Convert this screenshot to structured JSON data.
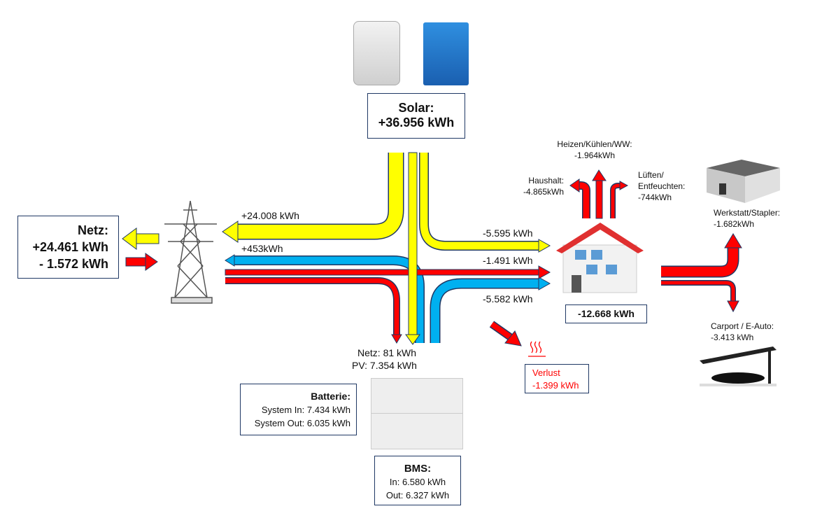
{
  "solar": {
    "title": "Solar:",
    "value": "+36.956 kWh"
  },
  "netz": {
    "title": "Netz:",
    "in": "+24.461 kWh",
    "out": "- 1.572 kWh"
  },
  "flows": {
    "solar_to_grid": "+24.008 kWh",
    "battery_to_grid": "+453kWh",
    "solar_to_house": "-5.595 kWh",
    "grid_to_house": "-1.491 kWh",
    "battery_to_house": "-5.582 kWh"
  },
  "battery_charge": {
    "netz": "Netz: 81 kWh",
    "pv": "PV: 7.354 kWh"
  },
  "batterie": {
    "title": "Batterie:",
    "system_in": "System In: 7.434 kWh",
    "system_out": "System Out: 6.035 kWh"
  },
  "bms": {
    "title": "BMS:",
    "in": "In: 6.580 kWh",
    "out": "Out: 6.327 kWh"
  },
  "verlust": {
    "title": "Verlust",
    "value": "-1.399 kWh"
  },
  "house": {
    "total": "-12.668 kWh"
  },
  "consumers": {
    "haushalt": {
      "label": "Haushalt:",
      "value": "-4.865kWh"
    },
    "heizen": {
      "label": "Heizen/Kühlen/WW:",
      "value": "-1.964kWh"
    },
    "lueften": {
      "label1": "Lüften/",
      "label2": "Entfeuchten:",
      "value": "-744kWh"
    },
    "werkstatt": {
      "label": "Werkstatt/Stapler:",
      "value": "-1.682kWh"
    },
    "carport": {
      "label": "Carport / E-Auto:",
      "value": "-3.413 kWh"
    }
  },
  "colors": {
    "solar": "#ffff00",
    "grid": "#ff0000",
    "battery": "#00b0f0",
    "outline": "#1f3864",
    "loss": "#ff0000"
  }
}
